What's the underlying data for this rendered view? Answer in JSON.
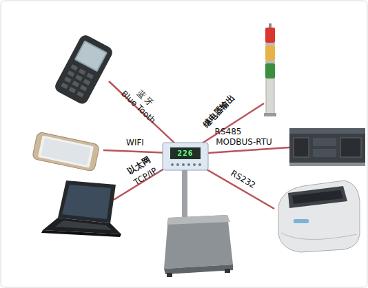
{
  "diagram": {
    "labels": [
      "蓝 牙",
      "Blue Tooth",
      "继电器输出",
      "RS485",
      "MODBUS-RTU",
      "WIFI",
      "以太网",
      "TCP/IP",
      "RS232",
      "226"
    ]
  }
}
